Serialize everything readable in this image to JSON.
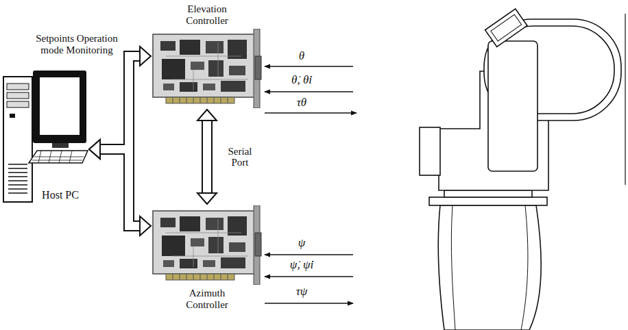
{
  "diagram": {
    "nodes": [
      {
        "text": [
          "Host PC"
        ]
      },
      {
        "text": [
          "Elevation Controller"
        ]
      },
      {
        "text": [
          "Azimuth Controller"
        ]
      }
    ],
    "edges": [
      {
        "from": 0,
        "to": 1,
        "arrow": "both"
      },
      {
        "from": 0,
        "to": 2,
        "arrow": "both"
      },
      {
        "from": 1,
        "to": 2,
        "arrow": "both",
        "label": "Serial Port"
      }
    ],
    "labels": [
      "Setpoints Operation mode Monitoring",
      "θ",
      "θ̇, θ̇i",
      "τθ",
      "ψ",
      "ψ̇, ψ̇i",
      "τψ"
    ]
  }
}
